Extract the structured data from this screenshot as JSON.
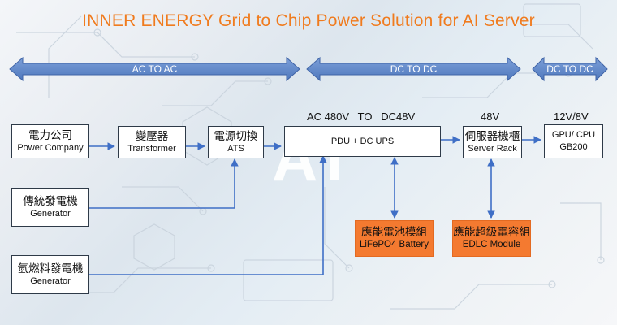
{
  "title": "INNER ENERGY Grid to Chip Power Solution for AI Server",
  "watermark": "AI",
  "bands": [
    {
      "label": "AC TO AC"
    },
    {
      "label": "DC TO DC"
    },
    {
      "label": "DC TO DC"
    }
  ],
  "labels": {
    "ac_dc": "AC 480V   TO   DC48V",
    "v48": "48V",
    "v12": "12V/8V"
  },
  "boxes": {
    "power_company": {
      "zh": "電力公司",
      "en": "Power Company"
    },
    "transformer": {
      "zh": "變壓器",
      "en": "Transformer"
    },
    "ats": {
      "zh": "電源切換",
      "en": "ATS"
    },
    "pdu": {
      "en": "PDU + DC UPS"
    },
    "server_rack": {
      "zh": "伺服器機櫃",
      "en": "Server Rack"
    },
    "gpu": {
      "en1": "GPU/ CPU",
      "en2": "GB200"
    },
    "generator1": {
      "zh": "傳統發電機",
      "en": "Generator"
    },
    "generator2": {
      "zh": "氫燃料發電機",
      "en": "Generator"
    },
    "battery": {
      "zh": "應能電池模組",
      "en": "LiFePO4 Battery"
    },
    "edlc": {
      "zh": "應能超級電容組",
      "en": "EDLC Module"
    }
  },
  "colors": {
    "title": "#f07b1e",
    "band": "#5d86c7",
    "connector": "#3f6fc6",
    "storage": "#f47a30"
  }
}
